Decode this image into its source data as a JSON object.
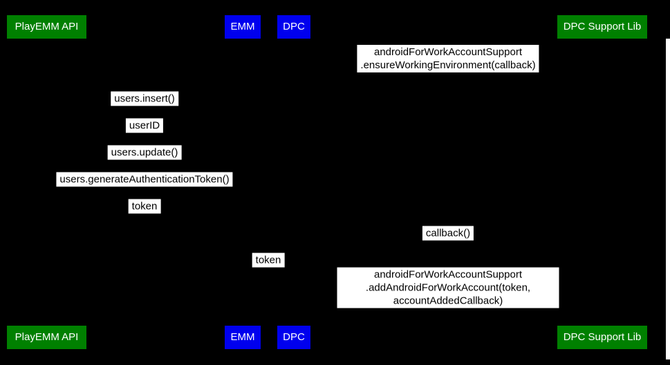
{
  "participants": [
    {
      "label": "PlayEMM API",
      "color": "#008000"
    },
    {
      "label": "EMM",
      "color": "#0000ee"
    },
    {
      "label": "DPC",
      "color": "#0000ee"
    },
    {
      "label": "DPC Support Lib",
      "color": "#008000"
    }
  ],
  "messages": [
    {
      "text": "androidForWorkAccountSupport\n.ensureWorkingEnvironment(callback)"
    },
    {
      "text": "users.insert()"
    },
    {
      "text": "userID"
    },
    {
      "text": "users.update()"
    },
    {
      "text": "users.generateAuthenticationToken()"
    },
    {
      "text": "token"
    },
    {
      "text": "callback()"
    },
    {
      "text": "token"
    },
    {
      "text": "androidForWorkAccountSupport\n.addAndroidForWorkAccount(token, accountAddedCallback)"
    }
  ],
  "colors": {
    "background": "#000000",
    "participant_green": "#008000",
    "participant_blue": "#0000ee",
    "message_background": "#ffffff",
    "message_text": "#000000",
    "participant_text": "#ffffff"
  }
}
